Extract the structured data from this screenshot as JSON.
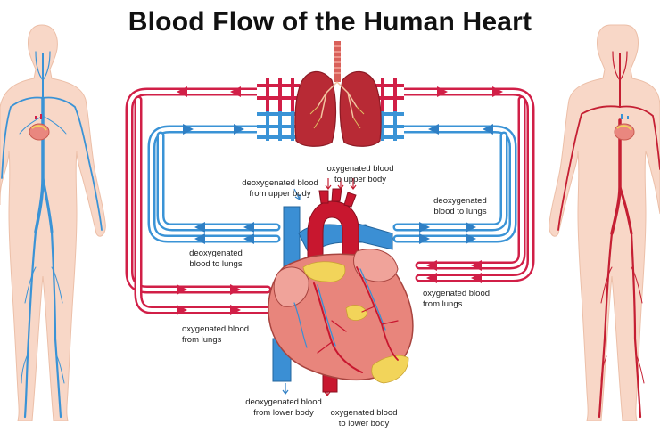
{
  "title": "Blood  Flow  of the Human Heart",
  "labels": {
    "upper_body_deox": [
      "deoxygenated blood",
      "from upper body"
    ],
    "upper_body_ox": [
      "oxygenated blood",
      "to upper body"
    ],
    "to_lungs_right": [
      "deoxygenated",
      "blood to lungs"
    ],
    "to_lungs_left": [
      "deoxygenated",
      "blood to lungs"
    ],
    "from_lungs_right": [
      "oxygenated blood",
      "from lungs"
    ],
    "from_lungs_left": [
      "oxygenated blood",
      "from lungs"
    ],
    "lower_body_deox": [
      "deoxygenated blood",
      "from lower body"
    ],
    "lower_body_ox": [
      "oxygenated blood",
      "to lower body"
    ]
  },
  "colors": {
    "oxygenated": "#d11f47",
    "deoxygenated": "#3a93d6",
    "body_skin": "#f8d7c7",
    "heart": "#e9877f",
    "lungs": "#b82a35",
    "fat": "#f2d45a"
  },
  "figures": {
    "left": "venous-system-figure",
    "right": "arterial-system-figure"
  }
}
